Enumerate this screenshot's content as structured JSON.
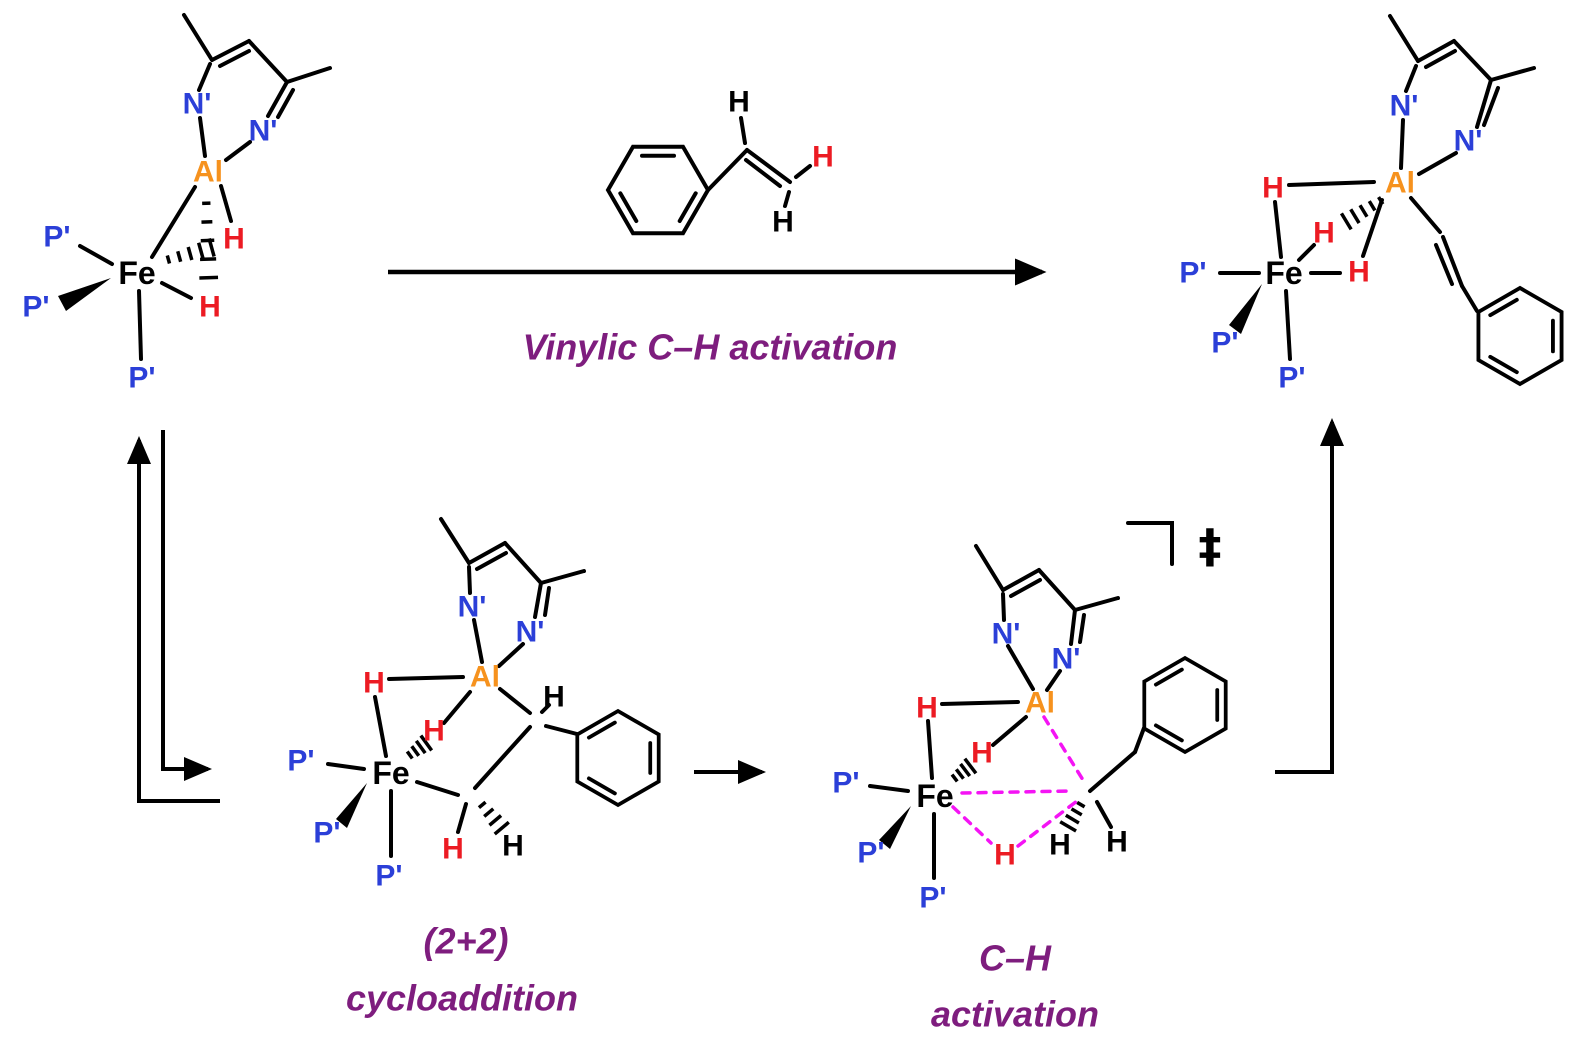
{
  "scheme": {
    "captions": {
      "main_reaction": "Vinylic C–H activation",
      "cycloaddition_line1": "(2+2)",
      "cycloaddition_line2": "cycloaddition",
      "ch_activation_line1": "C–H",
      "ch_activation_line2": "activation"
    },
    "labels": {
      "iron": "Fe",
      "aluminum": "Al",
      "nitrogen": "N'",
      "phosphine": "P'",
      "hydrogen": "H",
      "transition_state_mark": "‡"
    },
    "colors": {
      "bond_black": "#000000",
      "nitrogen_phosphine_blue": "#2B3FD8",
      "aluminum_orange": "#F6921E",
      "hydride_red": "#EC1B23",
      "caption_purple": "#7E1D7E",
      "ts_partial_bond_magenta": "#F414F4"
    }
  }
}
